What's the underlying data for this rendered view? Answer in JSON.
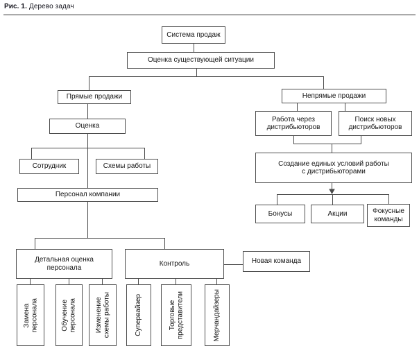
{
  "figure_caption": {
    "prefix": "Рис. 1.",
    "title": "Дерево задач"
  },
  "nodes": {
    "sales_system": "Система продаж",
    "situation_assessment": "Оценка существующей ситуации",
    "direct_sales": "Прямые продажи",
    "indirect_sales": "Непрямые продажи",
    "assessment": "Оценка",
    "employee": "Сотрудник",
    "work_schemes": "Схемы работы",
    "company_personnel": "Персонал компании",
    "work_via_distributors": "Работа через\nдистрибьюторов",
    "search_new_distributors": "Поиск новых\nдистрибьюторов",
    "unified_conditions": "Создание единых условий работы\nс дистрибьюторами",
    "bonuses": "Бонусы",
    "promotions": "Акции",
    "focus_teams": "Фокусные\nкоманды",
    "detailed_assessment": "Детальная оценка\nперсонала",
    "control": "Контроль",
    "new_team": "Новая команда",
    "replacement": "Замена\nперсонала",
    "training": "Обучение\nперсонала",
    "scheme_change": "Изменение\nсхемы работы",
    "supervisor": "Супервайзер",
    "sales_reps": "Торговые\nпредставители",
    "merchandisers": "Мерчандайзеры"
  },
  "edges": [
    [
      "sales_system",
      "situation_assessment"
    ],
    [
      "situation_assessment",
      "direct_sales"
    ],
    [
      "situation_assessment",
      "indirect_sales"
    ],
    [
      "direct_sales",
      "assessment"
    ],
    [
      "assessment",
      "employee"
    ],
    [
      "assessment",
      "work_schemes"
    ],
    [
      "assessment",
      "company_personnel"
    ],
    [
      "company_personnel",
      "detailed_assessment"
    ],
    [
      "company_personnel",
      "control"
    ],
    [
      "detailed_assessment",
      "replacement"
    ],
    [
      "detailed_assessment",
      "training"
    ],
    [
      "detailed_assessment",
      "scheme_change"
    ],
    [
      "control",
      "supervisor"
    ],
    [
      "control",
      "sales_reps"
    ],
    [
      "control",
      "merchandisers"
    ],
    [
      "control",
      "new_team"
    ],
    [
      "indirect_sales",
      "work_via_distributors"
    ],
    [
      "indirect_sales",
      "search_new_distributors"
    ],
    [
      "work_via_distributors",
      "unified_conditions"
    ],
    [
      "search_new_distributors",
      "unified_conditions"
    ],
    [
      "unified_conditions",
      "bonuses"
    ],
    [
      "unified_conditions",
      "promotions"
    ],
    [
      "unified_conditions",
      "focus_teams"
    ]
  ],
  "arrow_edge_note": "Стрелка от «Создание единых условий работы с дистрибьюторами» вниз к группе «Бонусы / Акции / Фокусные команды»",
  "colors": {
    "line": "#4a4a4a",
    "box_border": "#4d4d4d",
    "text": "#141414",
    "background": "#ffffff"
  }
}
